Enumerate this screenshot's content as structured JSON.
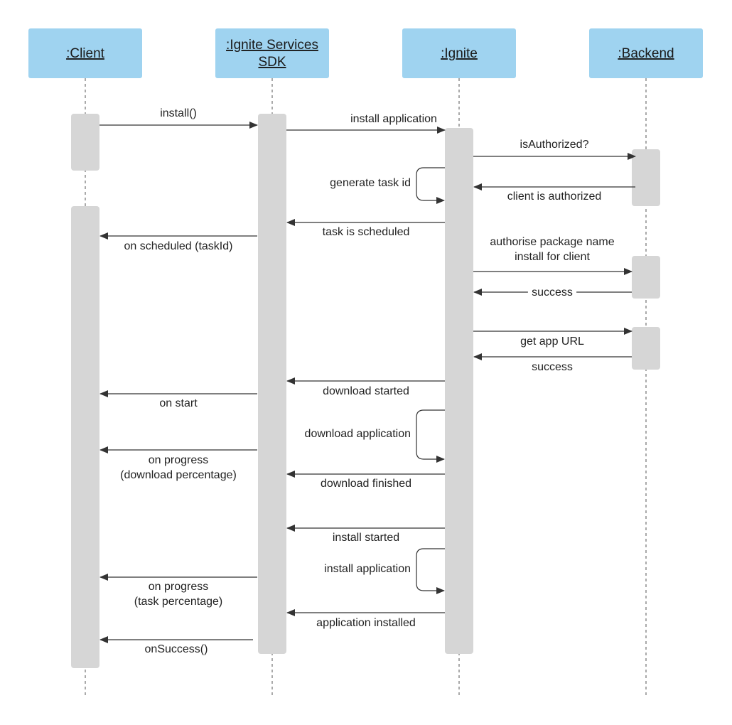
{
  "participants": [
    {
      "id": "client",
      "name": ":Client"
    },
    {
      "id": "sdk",
      "name": ":Ignite Services\nSDK"
    },
    {
      "id": "ignite",
      "name": ":Ignite"
    },
    {
      "id": "backend",
      "name": ":Backend"
    }
  ],
  "messages": [
    {
      "id": "install-call",
      "from": "client",
      "to": "sdk",
      "label": "install()"
    },
    {
      "id": "install-application",
      "from": "sdk",
      "to": "ignite",
      "label": "install application"
    },
    {
      "id": "is-authorized",
      "from": "ignite",
      "to": "backend",
      "label": "isAuthorized?"
    },
    {
      "id": "generate-task-id",
      "from": "ignite",
      "to": "ignite",
      "label": "generate task id"
    },
    {
      "id": "client-is-authorized",
      "from": "backend",
      "to": "ignite",
      "label": "client is authorized"
    },
    {
      "id": "task-is-scheduled",
      "from": "ignite",
      "to": "sdk",
      "label": "task is scheduled"
    },
    {
      "id": "on-scheduled",
      "from": "sdk",
      "to": "client",
      "label": "on scheduled (taskId)"
    },
    {
      "id": "authorise-package",
      "from": "ignite",
      "to": "backend",
      "label": "authorise package name\ninstall for client"
    },
    {
      "id": "success-1",
      "from": "backend",
      "to": "ignite",
      "label": "success"
    },
    {
      "id": "get-app-url",
      "from": "ignite",
      "to": "backend",
      "label": "get app URL"
    },
    {
      "id": "success-2",
      "from": "backend",
      "to": "ignite",
      "label": "success"
    },
    {
      "id": "download-started",
      "from": "ignite",
      "to": "sdk",
      "label": "download started"
    },
    {
      "id": "on-start",
      "from": "sdk",
      "to": "client",
      "label": "on start"
    },
    {
      "id": "download-application",
      "from": "ignite",
      "to": "ignite",
      "label": "download application"
    },
    {
      "id": "on-progress-download",
      "from": "sdk",
      "to": "client",
      "label": "on progress\n(download percentage)"
    },
    {
      "id": "download-finished",
      "from": "ignite",
      "to": "sdk",
      "label": "download finished"
    },
    {
      "id": "install-started",
      "from": "ignite",
      "to": "sdk",
      "label": "install started"
    },
    {
      "id": "install-application-self",
      "from": "ignite",
      "to": "ignite",
      "label": "install application"
    },
    {
      "id": "on-progress-task",
      "from": "sdk",
      "to": "client",
      "label": "on progress\n(task percentage)"
    },
    {
      "id": "application-installed",
      "from": "ignite",
      "to": "sdk",
      "label": "application installed"
    },
    {
      "id": "on-success",
      "from": "sdk",
      "to": "client",
      "label": "onSuccess()"
    }
  ]
}
